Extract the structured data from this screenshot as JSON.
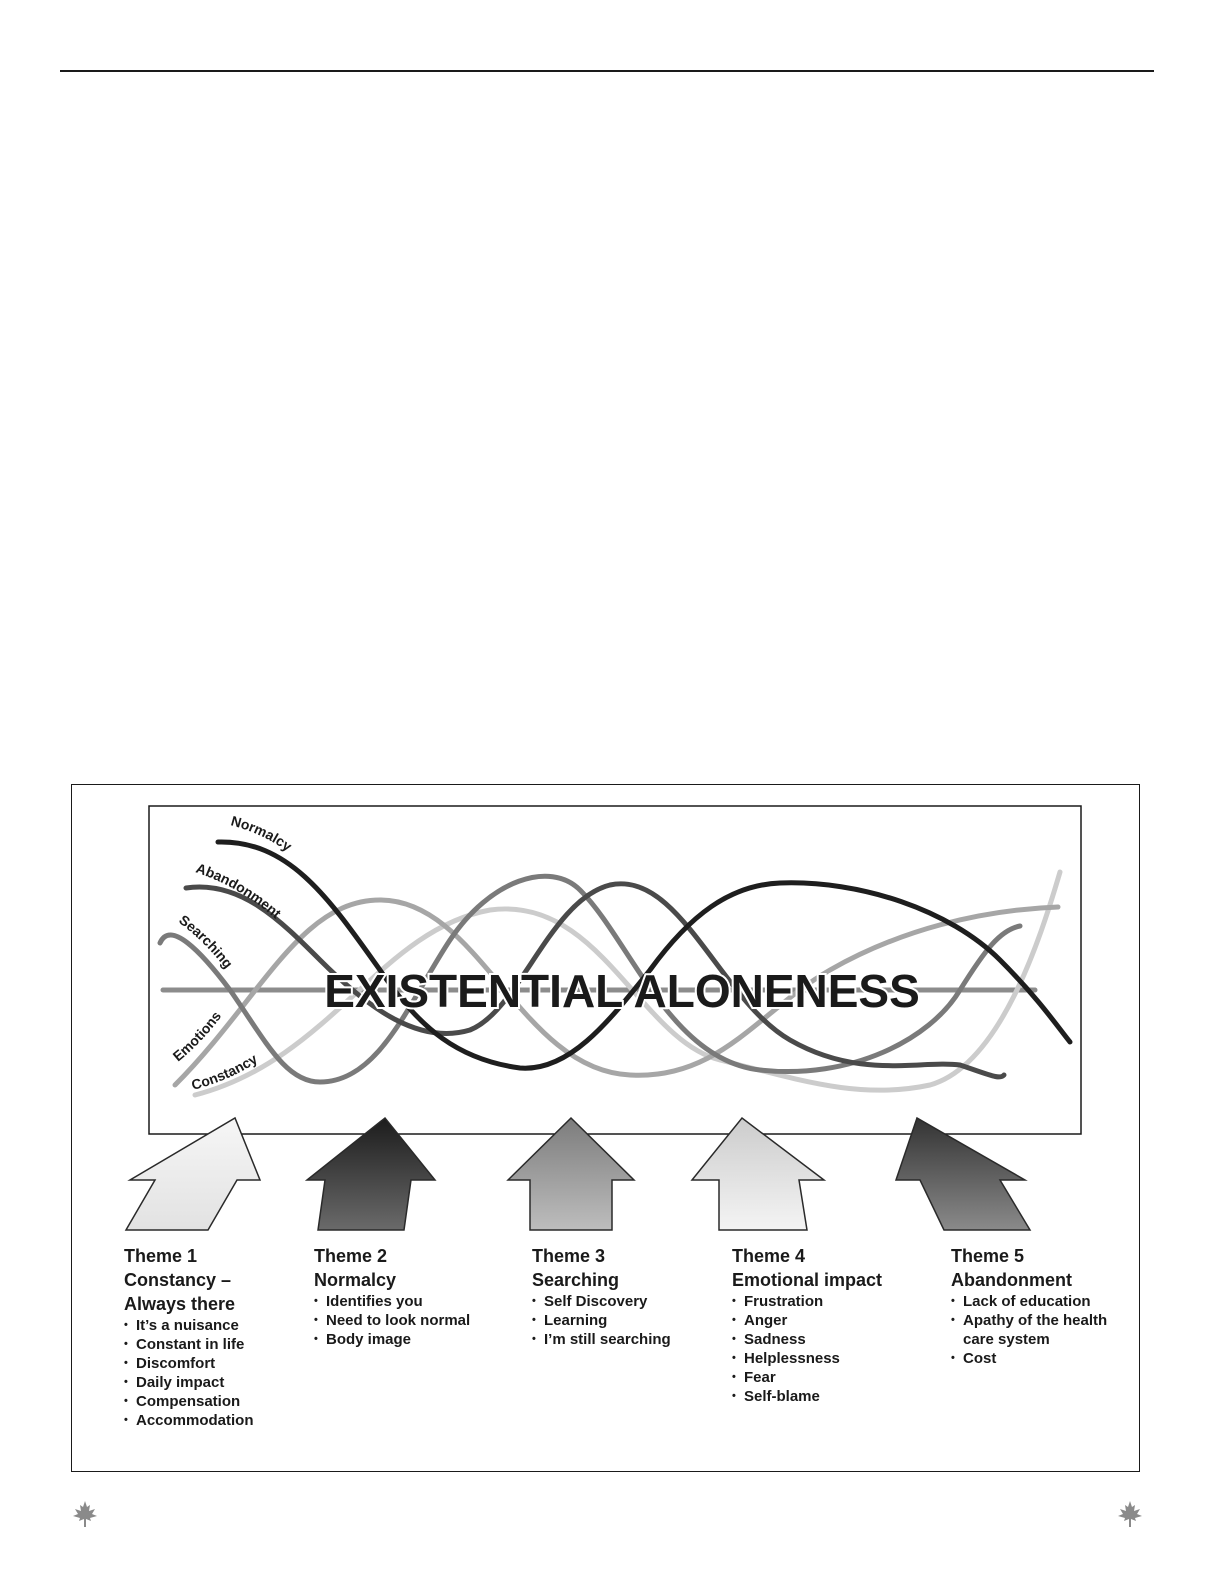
{
  "diagram": {
    "title": "EXISTENTIAL ALONENESS",
    "strand_labels": [
      {
        "key": "normalcy",
        "text": "Normalcy"
      },
      {
        "key": "abandonment",
        "text": "Abandonment"
      },
      {
        "key": "searching",
        "text": "Searching"
      },
      {
        "key": "emotions",
        "text": "Emotions"
      },
      {
        "key": "constancy",
        "text": "Constancy"
      }
    ],
    "colors": {
      "normalcy": "#1e1e1e",
      "abandonment": "#4a4a4a",
      "searching": "#7a7a7a",
      "emotions": "#a6a6a6",
      "constancy": "#cccccc",
      "arrow1": "#ebebeb",
      "arrow2": "#3a3a3a",
      "arrow3": "#9a9a9a",
      "arrow4": "#e0e0e0",
      "arrow5": "#555555"
    }
  },
  "themes": [
    {
      "title": [
        "Theme 1",
        "Constancy –",
        "Always there"
      ],
      "items": [
        "It’s a nuisance",
        "Constant in life",
        "Discomfort",
        "Daily impact",
        "Compensation",
        "Accommodation"
      ]
    },
    {
      "title": [
        "Theme 2",
        "Normalcy"
      ],
      "items": [
        "Identifies you",
        "Need to look normal",
        "Body image"
      ]
    },
    {
      "title": [
        "Theme 3",
        "Searching"
      ],
      "items": [
        "Self Discovery",
        "Learning",
        "I’m still searching"
      ]
    },
    {
      "title": [
        "Theme 4",
        "Emotional impact"
      ],
      "items": [
        "Frustration",
        "Anger",
        "Sadness",
        "Helplessness",
        "Fear",
        "Self-blame"
      ]
    },
    {
      "title": [
        "Theme 5",
        "Abandonment"
      ],
      "items": [
        "Lack of education",
        "Apathy of the health care system",
        "Cost"
      ]
    }
  ],
  "footer": {
    "left_icon": "maple-leaf-icon",
    "right_icon": "maple-leaf-icon"
  }
}
